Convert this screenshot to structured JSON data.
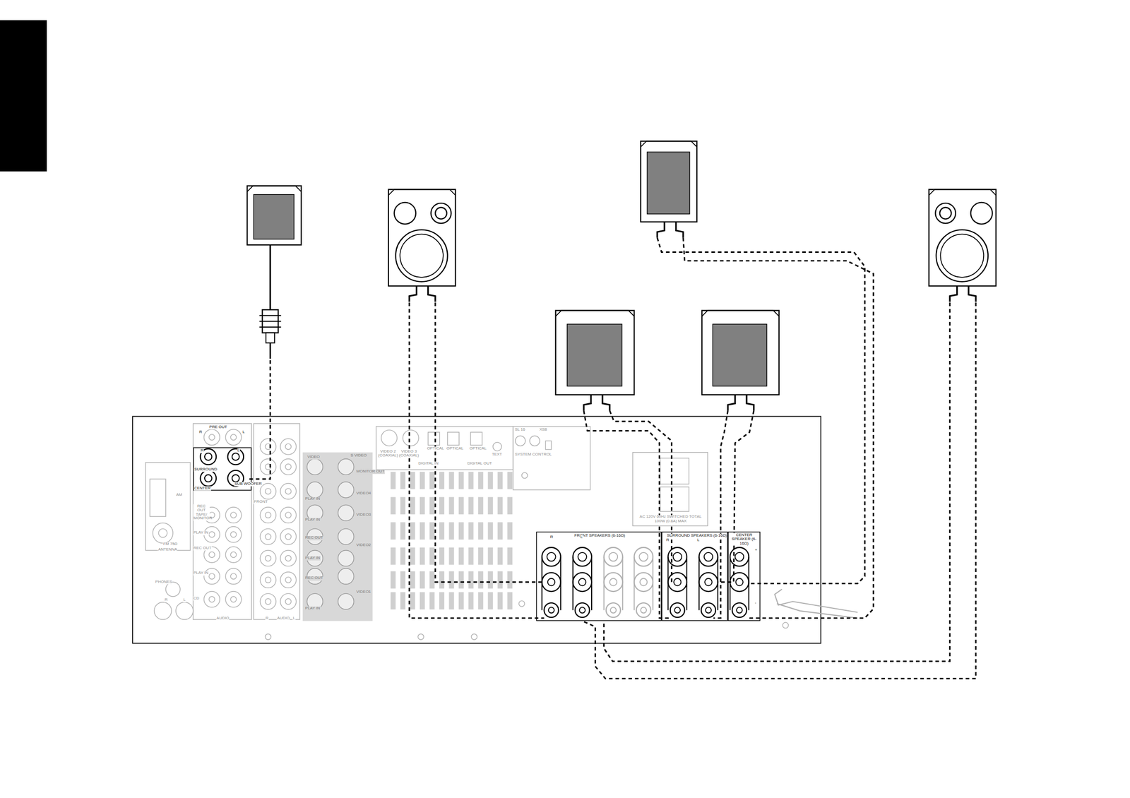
{
  "diagram": {
    "nodes": [
      {
        "text": [
          "PRE OUT",
          "R",
          "L"
        ]
      },
      {
        "text": [
          "R",
          "L",
          "SURROUND",
          "CENTER",
          "SUB WOOFER"
        ]
      },
      {
        "text": [
          "FRONT SPEAKERS (6-16Ω)",
          "R",
          "L"
        ]
      },
      {
        "text": [
          "SURROUND SPEAKERS (6-16Ω)",
          "R",
          "L"
        ]
      },
      {
        "text": [
          "CENTER SPEAKER (6-16Ω)",
          "+",
          "-"
        ]
      }
    ],
    "labels": [
      "AM",
      "FM 75Ω",
      "ANTENNA",
      "REC OUT TAPE/ MONITOR",
      "PLAY IN",
      "REC OUT",
      "PLAY IN",
      "CD",
      "PHONES",
      "R",
      "L",
      "AUDIO",
      "FRONT",
      "R",
      "AUDIO",
      "L",
      "VIDEO",
      "S VIDEO",
      "MONITOR OUT",
      "VIDEO4",
      "PLAY IN",
      "VIDEO3",
      "PLAY IN",
      "REC OUT",
      "VIDEO2",
      "PLAY IN",
      "REC OUT",
      "VIDEO1",
      "PLAY IN",
      "VIDEO 2 (COAXIAL)",
      "VIDEO 3 (COAXIAL)",
      "OPTICAL",
      "OPTICAL",
      "DIGITAL IN",
      "OPTICAL",
      "DIGITAL OUT",
      "TEXT",
      "SL 16",
      "XS8",
      "SYSTEM CONTROL",
      "AC 120V 60Hz SWITCHED TOTAL 100W (0.8A) MAX"
    ]
  }
}
